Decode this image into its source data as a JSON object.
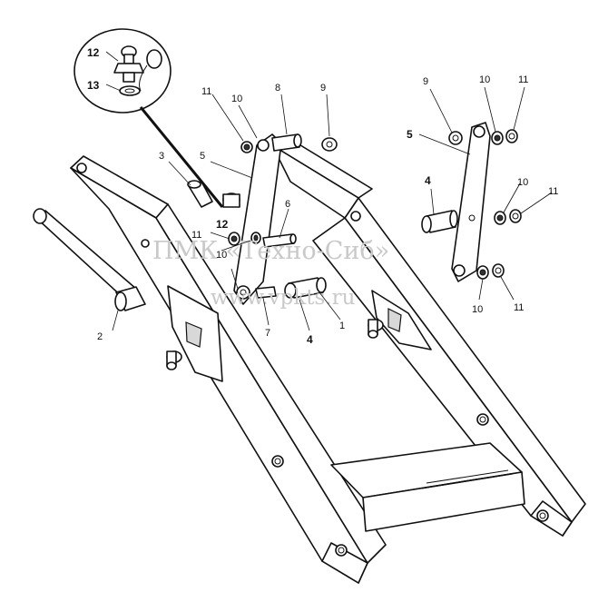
{
  "watermark": {
    "line1": "ПМК «Техно-Сиб»",
    "line2": "www.vpkts.ru"
  },
  "callouts": [
    {
      "id": "c12a",
      "text": "12",
      "bold": true
    },
    {
      "id": "c13",
      "text": "13",
      "bold": true
    },
    {
      "id": "c11a",
      "text": "11",
      "bold": false
    },
    {
      "id": "c10a",
      "text": "10",
      "bold": false
    },
    {
      "id": "c8",
      "text": "8",
      "bold": false
    },
    {
      "id": "c9a",
      "text": "9",
      "bold": false
    },
    {
      "id": "c3",
      "text": "3",
      "bold": false
    },
    {
      "id": "c5a",
      "text": "5",
      "bold": false
    },
    {
      "id": "c6",
      "text": "6",
      "bold": false
    },
    {
      "id": "c11b",
      "text": "11",
      "bold": false
    },
    {
      "id": "c12b",
      "text": "12",
      "bold": true
    },
    {
      "id": "c10b",
      "text": "10",
      "bold": false
    },
    {
      "id": "c2",
      "text": "2",
      "bold": false
    },
    {
      "id": "c7",
      "text": "7",
      "bold": false
    },
    {
      "id": "c4a",
      "text": "4",
      "bold": true
    },
    {
      "id": "c1",
      "text": "1",
      "bold": false
    },
    {
      "id": "c9b",
      "text": "9",
      "bold": false
    },
    {
      "id": "c10c",
      "text": "10",
      "bold": false
    },
    {
      "id": "c11c",
      "text": "11",
      "bold": false
    },
    {
      "id": "c5b",
      "text": "5",
      "bold": true
    },
    {
      "id": "c4b",
      "text": "4",
      "bold": true
    },
    {
      "id": "c10d",
      "text": "10",
      "bold": false
    },
    {
      "id": "c11d",
      "text": "11",
      "bold": false
    },
    {
      "id": "c10e",
      "text": "10",
      "bold": false
    },
    {
      "id": "c11e",
      "text": "11",
      "bold": false
    }
  ]
}
